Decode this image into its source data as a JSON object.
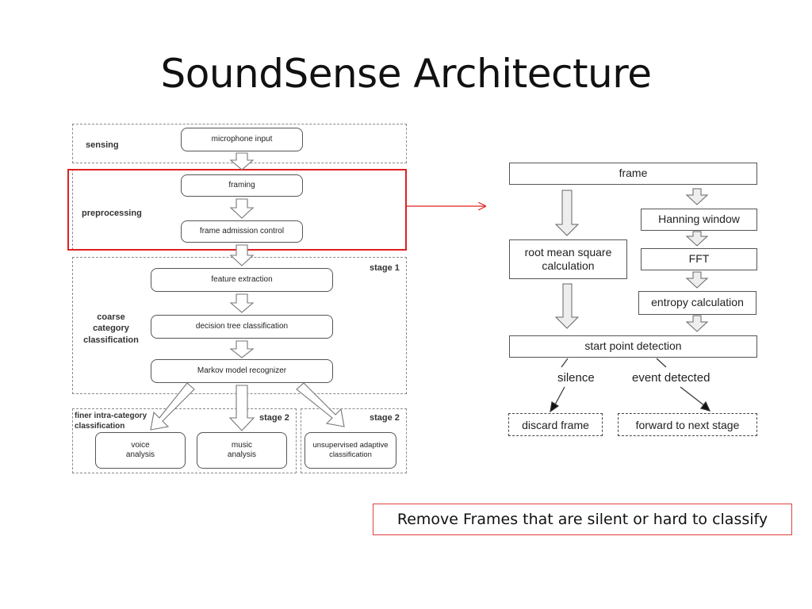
{
  "slide": {
    "title": "SoundSense Architecture"
  },
  "left_diagram": {
    "panels": {
      "sensing": "sensing",
      "preprocessing": "preprocessing",
      "coarse": "coarse\ncategory\nclassification",
      "finer": "finer intra-category\nclassification",
      "stage1": "stage 1",
      "stage2a": "stage 2",
      "stage2b": "stage 2"
    },
    "boxes": {
      "microphone_input": "microphone input",
      "framing": "framing",
      "frame_admission_control": "frame admission control",
      "feature_extraction": "feature extraction",
      "decision_tree": "decision tree classification",
      "markov": "Markov model recognizer",
      "voice": "voice\nanalysis",
      "music": "music\nanalysis",
      "unsupervised": "unsupervised adaptive\nclassification"
    }
  },
  "right_diagram": {
    "frame": "frame",
    "hanning": "Hanning window",
    "fft": "FFT",
    "rms": "root mean square\ncalculation",
    "entropy": "entropy calculation",
    "start_point": "start point detection",
    "silence": "silence",
    "event": "event detected",
    "discard": "discard frame",
    "forward": "forward to next stage"
  },
  "note": {
    "text": "Remove Frames that are silent or hard to classify"
  },
  "colors": {
    "highlight": "#e02020",
    "note_border": "#e04040"
  }
}
